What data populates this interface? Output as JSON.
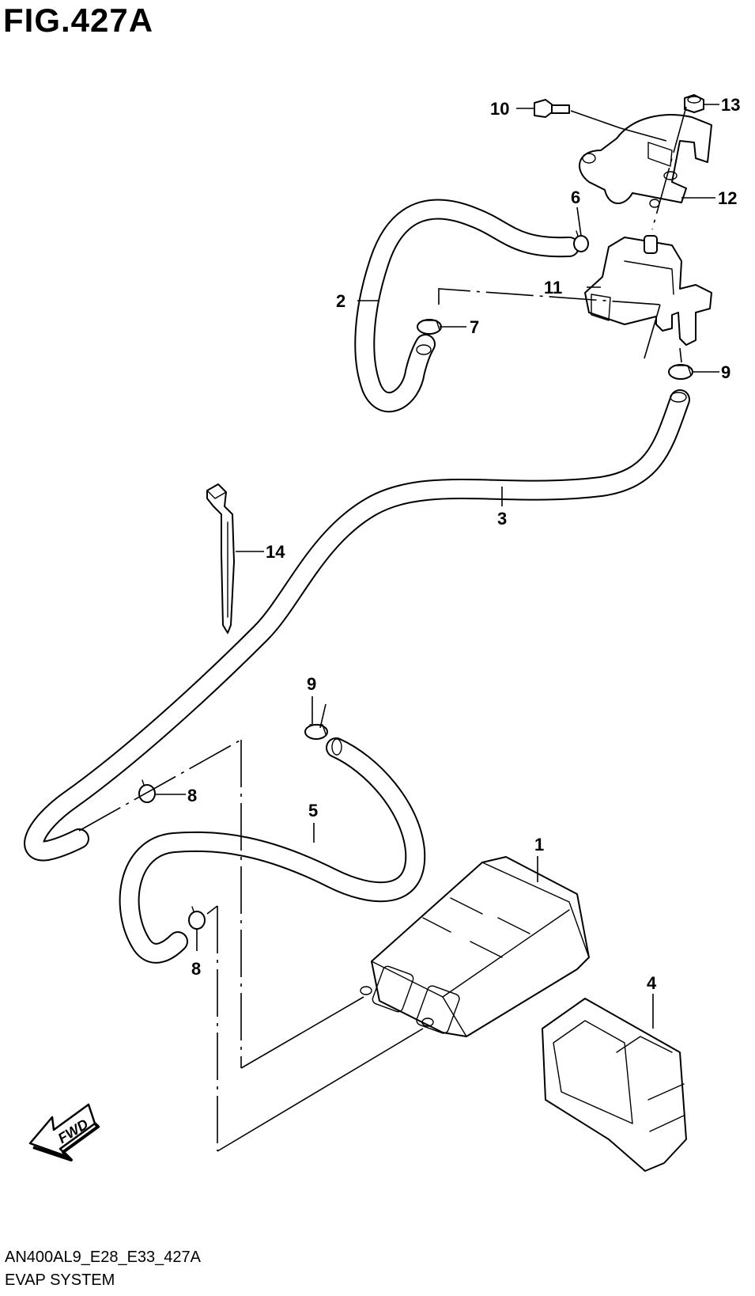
{
  "figure": {
    "title": "FIG.427A"
  },
  "footer": {
    "code": "AN400AL9_E28_E33_427A",
    "title": "EVAP SYSTEM"
  },
  "fwd_label": "FWD",
  "callouts": {
    "c1": "1",
    "c2": "2",
    "c3": "3",
    "c4": "4",
    "c5": "5",
    "c6": "6",
    "c7": "7",
    "c8a": "8",
    "c8b": "8",
    "c9a": "9",
    "c9b": "9",
    "c10": "10",
    "c11": "11",
    "c12": "12",
    "c13": "13",
    "c14": "14"
  }
}
